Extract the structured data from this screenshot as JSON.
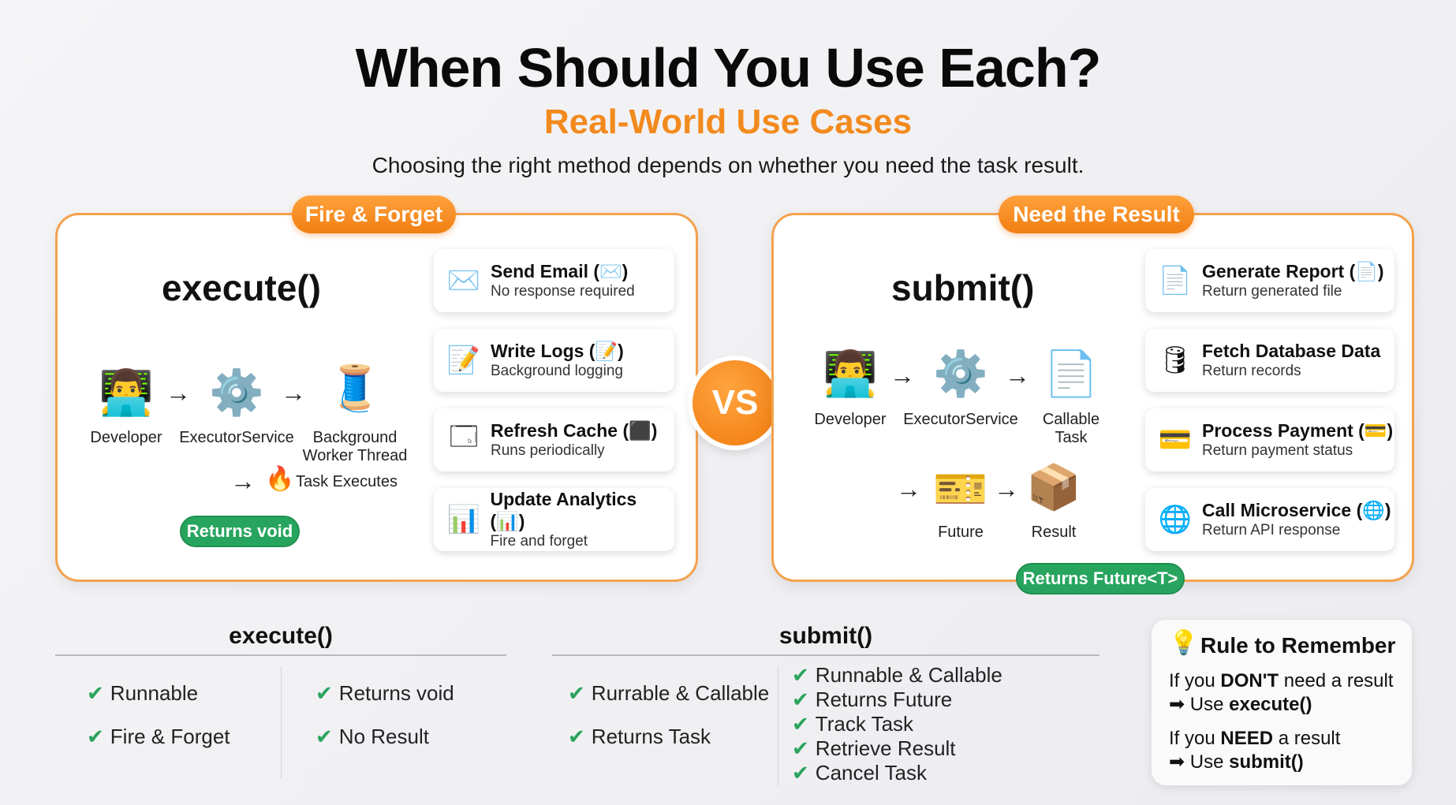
{
  "header": {
    "title": "When Should You Use Each?",
    "subtitle": "Real-World Use Cases",
    "description": "Choosing the right method depends on whether you need the task result."
  },
  "left_panel": {
    "badge": "Fire & Forget",
    "method": "execute()",
    "nodes": {
      "developer": "Developer",
      "executor": "ExecutorService",
      "worker_line1": "Background",
      "worker_line2": "Worker Thread",
      "task_executes": "Task Executes"
    },
    "returns": "Returns void",
    "cards": [
      {
        "title": "Send Email (✉️)",
        "sub": "No response required",
        "icon": "✉️"
      },
      {
        "title": "Write Logs (📝)",
        "sub": "Background logging",
        "icon": "📝"
      },
      {
        "title": "Refresh Cache (⬛)",
        "sub": "Runs periodically",
        "icon": "🗔"
      },
      {
        "title": "Update Analytics (📊)",
        "sub": "Fire and forget",
        "icon": "📊"
      }
    ]
  },
  "vs_label": "VS",
  "right_panel": {
    "badge": "Need the Result",
    "method": "submit()",
    "nodes": {
      "developer": "Developer",
      "executor": "ExecutorService",
      "callable_line1": "Callable",
      "callable_line2": "Task",
      "future": "Future",
      "result": "Result"
    },
    "returns": "Returns Future<T>",
    "cards": [
      {
        "title": "Generate Report (📄)",
        "sub": "Return generated file",
        "icon": "📄"
      },
      {
        "title": "Fetch Database Data",
        "sub": "Return records",
        "icon": "🛢"
      },
      {
        "title": "Process Payment (💳)",
        "sub": "Return payment status",
        "icon": "💳"
      },
      {
        "title": "Call Microservice (🌐)",
        "sub": "Return API response",
        "icon": "🌐"
      }
    ]
  },
  "summary_execute": {
    "title": "execute()",
    "col1": [
      "Runnable",
      "Fire & Forget"
    ],
    "col2": [
      "Returns void",
      "No Result"
    ]
  },
  "summary_submit": {
    "title": "submit()",
    "col1": [
      "Rurrable & Callable",
      "Returns Task"
    ],
    "col2": [
      "Runnable & Callable",
      "Returns Future",
      "Track Task",
      "Retrieve Result",
      "Cancel Task"
    ]
  },
  "rule": {
    "title": "Rule to Remember",
    "line1_pre": "If you ",
    "line1_bold": "DON'T",
    "line1_post": " need a result",
    "line2_pre": "➡ Use ",
    "line2_bold": "execute()",
    "line3_pre": "If you ",
    "line3_bold": "NEED",
    "line3_post": " a result",
    "line4_pre": "➡ Use ",
    "line4_bold": "submit()"
  },
  "icons": {
    "developer": "👨‍💻",
    "gear": "⚙️",
    "thread": "🧵",
    "fire": "🔥",
    "callable": "📄",
    "future": "🎫",
    "result": "📦",
    "bulb": "💡",
    "arrow": "→",
    "tick": "✔"
  },
  "colors": {
    "accent_orange": "#f28a1e",
    "panel_border": "#f3a24e",
    "green": "#27a55f"
  }
}
